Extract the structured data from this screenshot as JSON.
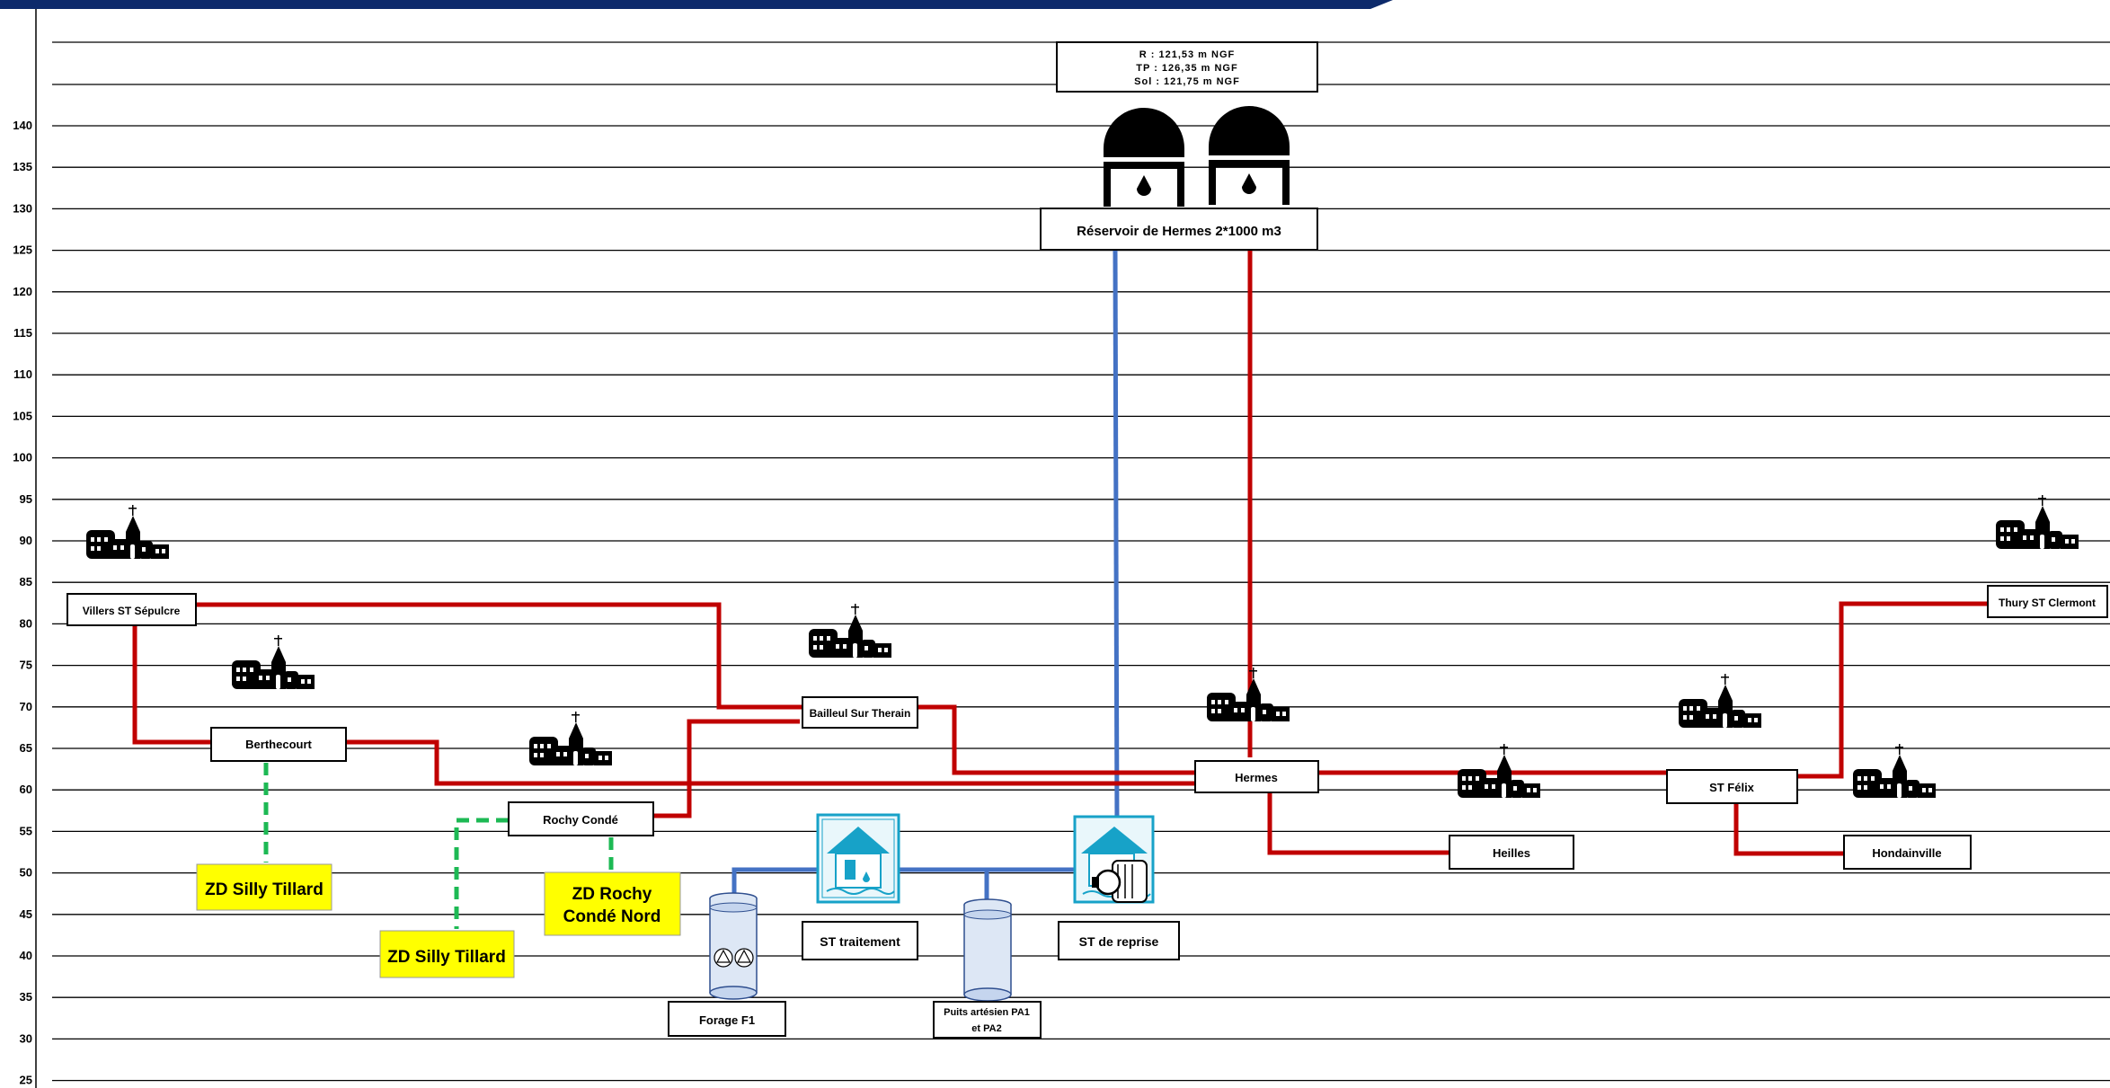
{
  "header_bar_color": "#0d2a6b",
  "colors": {
    "red_pipe": "#c00000",
    "blue_pipe": "#4472c4",
    "green_pipe": "#1db954",
    "zd_fill": "#ffff00",
    "station_teal": "#17a2c8"
  },
  "y_axis": {
    "ticks": [
      "140",
      "135",
      "130",
      "125",
      "120",
      "115",
      "110",
      "105",
      "100",
      "95",
      "90",
      "85",
      "80",
      "75",
      "70",
      "65",
      "60",
      "55",
      "50",
      "45",
      "40",
      "35",
      "30",
      "25"
    ]
  },
  "reservoir": {
    "info_lines": [
      "R : 121,53 m NGF",
      "TP : 126,35 m NGF",
      "Sol : 121,75 m NGF"
    ],
    "label": "Réservoir de Hermes 2*1000 m3",
    "icon": "water-tank-icon"
  },
  "villages": {
    "villers": "Villers ST Sépulcre",
    "berthecourt": "Berthecourt",
    "rochy": "Rochy Condé",
    "bailleul": "Bailleul Sur Therain",
    "hermes": "Hermes",
    "heilles": "Heilles",
    "stfelix": "ST Félix",
    "hondainville": "Hondainville",
    "thury": "Thury ST Clermont"
  },
  "zones": {
    "zd1": "ZD Silly Tillard",
    "zd2": "ZD Silly Tillard",
    "zd3_line1": "ZD Rochy",
    "zd3_line2": "Condé Nord"
  },
  "facilities": {
    "traitement": "ST traitement",
    "reprise": "ST de reprise",
    "forage": "Forage F1",
    "puits_line1": "Puits artésien PA1",
    "puits_line2": "et PA2"
  }
}
